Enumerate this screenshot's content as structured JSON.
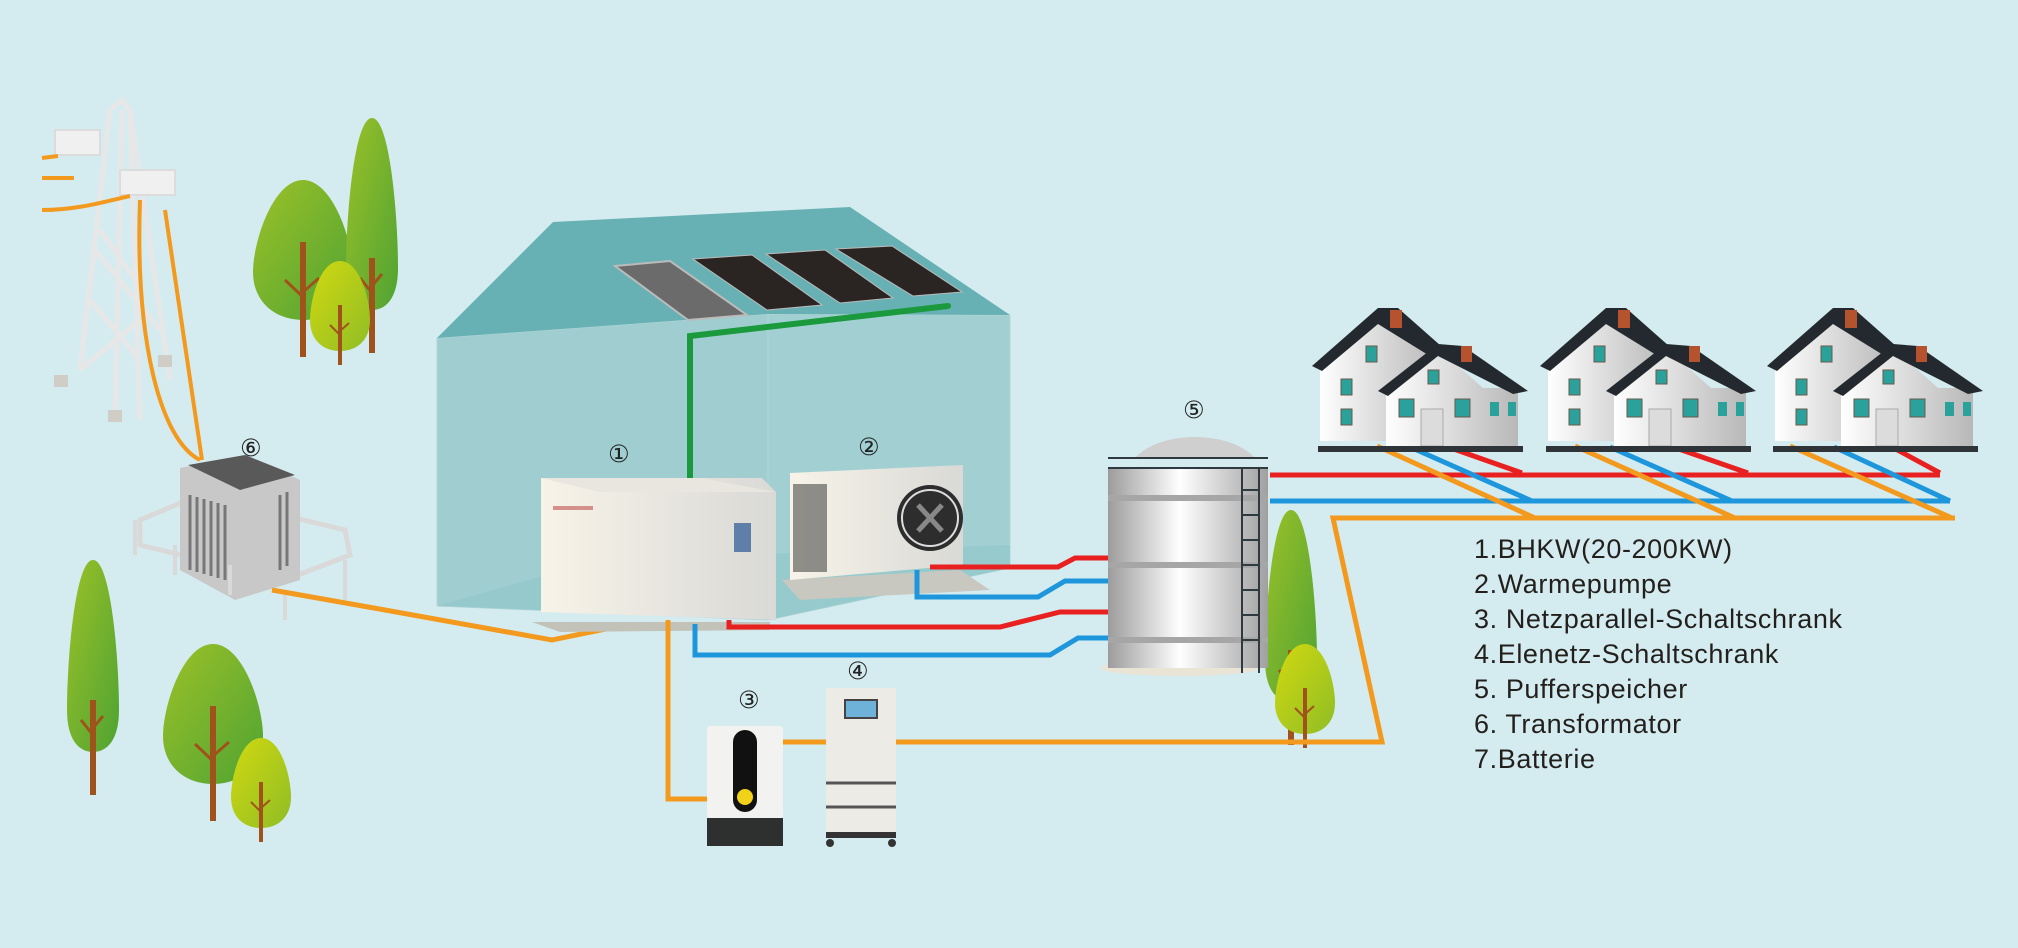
{
  "diagram": {
    "title": "",
    "colors": {
      "background": "#d4ecf0",
      "electric_line": "#f39a1e",
      "hot_water_line": "#e8201f",
      "cold_water_line": "#1e96dc",
      "solar_line": "#1a9a3c",
      "building": "#7fc3c6",
      "roof": "#63b0b5",
      "tree_green": "#5aa833",
      "tree_light": "#b7cc1a",
      "trunk": "#a0521d",
      "house_roof": "#23292e",
      "chimney": "#b5532e",
      "window": "#2aa19a"
    },
    "markers": [
      {
        "id": "1",
        "symbol": "①",
        "component": "bhkw"
      },
      {
        "id": "2",
        "symbol": "②",
        "component": "heat-pump"
      },
      {
        "id": "3",
        "symbol": "③",
        "component": "grid-parallel-cabinet"
      },
      {
        "id": "4",
        "symbol": "④",
        "component": "grid-cabinet-battery"
      },
      {
        "id": "5",
        "symbol": "⑤",
        "component": "buffer-tank"
      },
      {
        "id": "6",
        "symbol": "⑥",
        "component": "transformer"
      }
    ],
    "legend": [
      "1.BHKW(20-200KW)",
      "2.Warmepumpe",
      "3. Netzparallel-Schaltschrank",
      "4.Elenetz-Schaltschrank",
      "5. Pufferspeicher",
      "6. Transformator",
      "7.Batterie"
    ],
    "components": {
      "power_pylon": "power-pylon",
      "transformer": "transformer",
      "building": "plant-building",
      "solar_panels": 4,
      "bhkw": "bhkw-unit",
      "heat_pump": "heat-pump",
      "cabinet": "grid-parallel-cabinet",
      "battery": "battery-cabinet",
      "tank": "buffer-tank",
      "house_groups": 3
    }
  }
}
